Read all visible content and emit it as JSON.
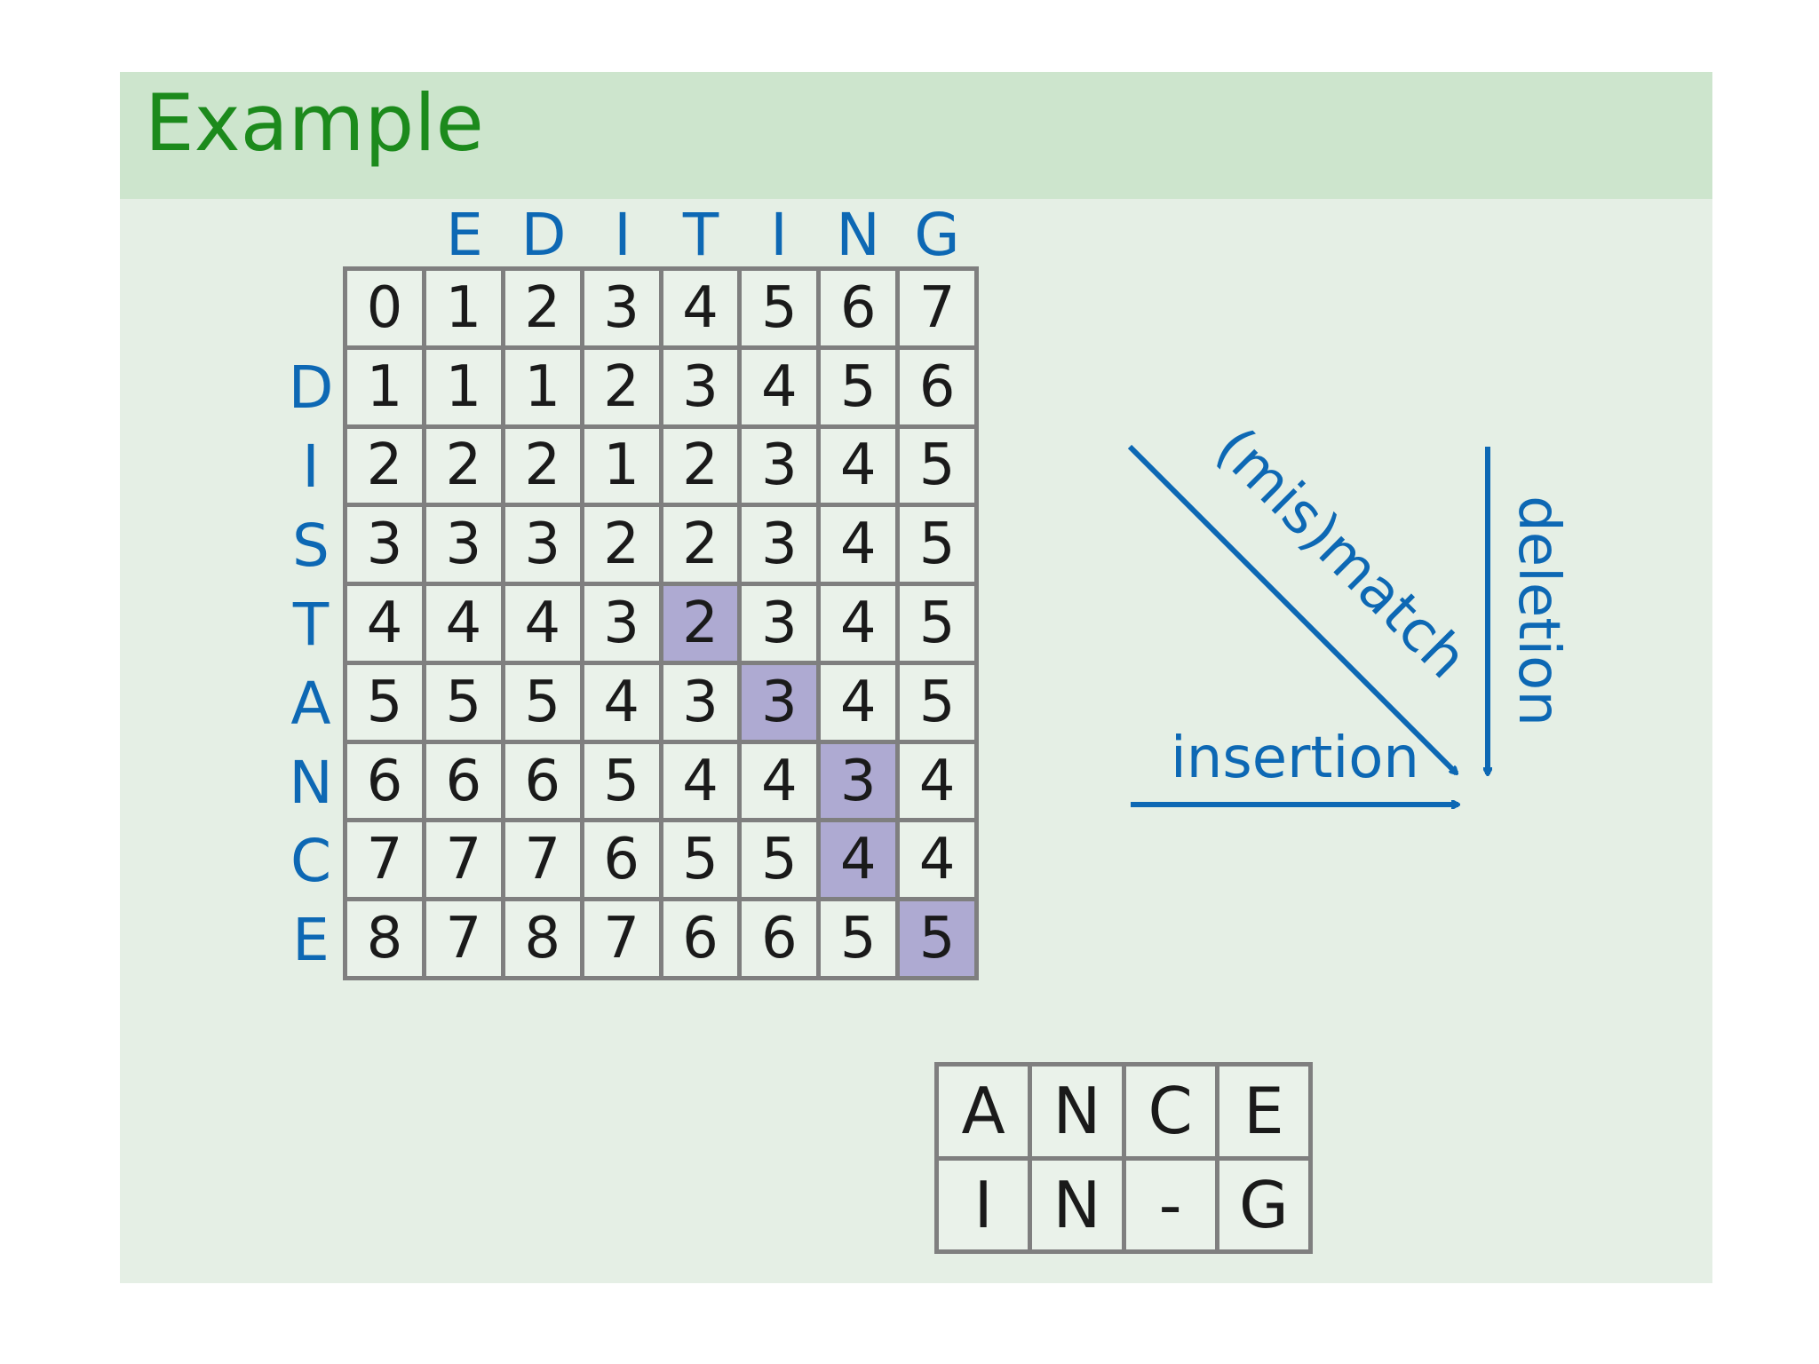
{
  "title": "Example",
  "top_word": [
    "E",
    "D",
    "I",
    "T",
    "I",
    "N",
    "G"
  ],
  "left_word": [
    "D",
    "I",
    "S",
    "T",
    "A",
    "N",
    "C",
    "E"
  ],
  "matrix": [
    [
      "0",
      "1",
      "2",
      "3",
      "4",
      "5",
      "6",
      "7"
    ],
    [
      "1",
      "1",
      "1",
      "2",
      "3",
      "4",
      "5",
      "6"
    ],
    [
      "2",
      "2",
      "2",
      "1",
      "2",
      "3",
      "4",
      "5"
    ],
    [
      "3",
      "3",
      "3",
      "2",
      "2",
      "3",
      "4",
      "5"
    ],
    [
      "4",
      "4",
      "4",
      "3",
      "2",
      "3",
      "4",
      "5"
    ],
    [
      "5",
      "5",
      "5",
      "4",
      "3",
      "3",
      "4",
      "5"
    ],
    [
      "6",
      "6",
      "6",
      "5",
      "4",
      "4",
      "3",
      "4"
    ],
    [
      "7",
      "7",
      "7",
      "6",
      "5",
      "5",
      "4",
      "4"
    ],
    [
      "8",
      "7",
      "8",
      "7",
      "6",
      "6",
      "5",
      "5"
    ]
  ],
  "highlighted_cells": [
    [
      4,
      4
    ],
    [
      5,
      5
    ],
    [
      6,
      6
    ],
    [
      7,
      6
    ],
    [
      8,
      7
    ]
  ],
  "highlight_color": "#aeaad2",
  "accent_color": "#0d68b4",
  "title_color": "#1c8a1c",
  "arrows": {
    "diagonal": "(mis)match",
    "down": "deletion",
    "right": "insertion"
  },
  "alignment": {
    "top_row": [
      "A",
      "N",
      "C",
      "E"
    ],
    "bottom_row": [
      "I",
      "N",
      "-",
      "G"
    ]
  }
}
